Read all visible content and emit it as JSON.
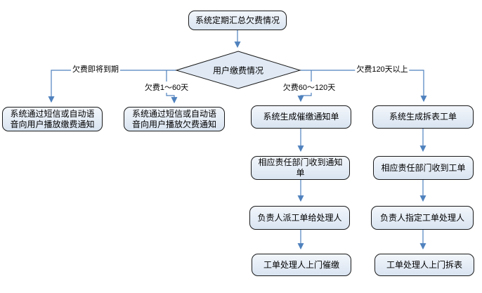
{
  "flowchart": {
    "start": "系统定期汇总欠费情况",
    "decision": "用户缴费情况",
    "branch_labels": {
      "due_soon": "欠费即将到期",
      "days_1_60": "欠费1～60天",
      "days_60_120": "欠费60～120天",
      "days_120_plus": "欠费120天以上"
    },
    "branch1": {
      "notify": "系统通过短信或自动语音向用户播放缴费通知"
    },
    "branch2": {
      "notify": "系统通过短信或自动语音向用户播放欠费通知"
    },
    "branch3": {
      "step1": "系统生成催缴通知单",
      "step2": "相应责任部门收到通知单",
      "step3": "负责人派工单给处理人",
      "step4": "工单处理人上门催缴"
    },
    "branch4": {
      "step1": "系统生成拆表工单",
      "step2": "相应责任部门收到工单",
      "step3": "负责人指定工单处理人",
      "step4": "工单处理人上门拆表"
    },
    "colors": {
      "node_fill_top": "#f2f6fb",
      "node_fill_bottom": "#d9e4f1",
      "node_border": "#1a1a1a",
      "connector": "#4f81bd",
      "text": "#000000",
      "background": "#ffffff"
    }
  }
}
